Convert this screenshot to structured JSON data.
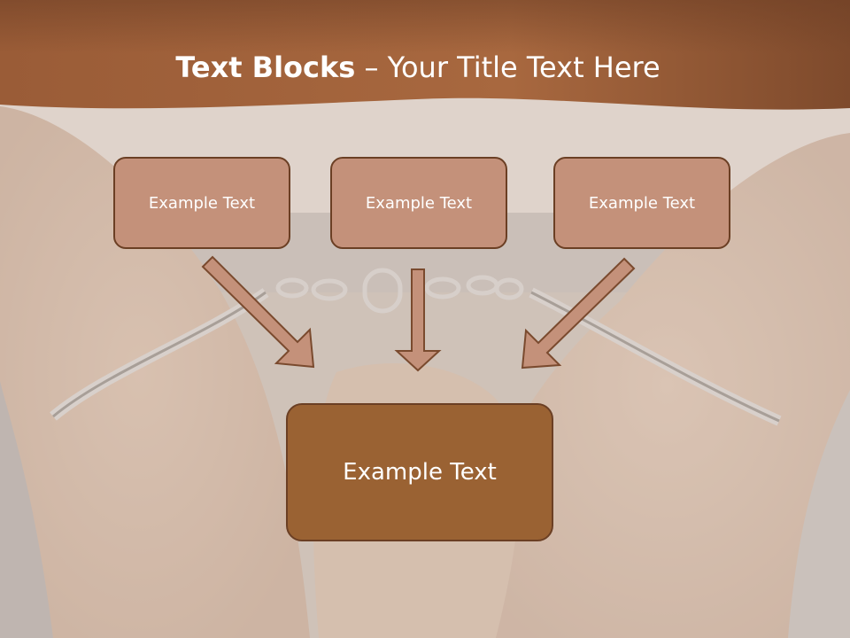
{
  "slide": {
    "title_bold": "Text Blocks",
    "title_dash": " – ",
    "title_rest": "Your Title Text Here"
  },
  "blocks": {
    "top": [
      "Example Text",
      "Example Text",
      "Example Text"
    ],
    "bottom": "Example Text"
  },
  "colors": {
    "banner": "#a8683f",
    "top_box_fill": "#c4917a",
    "bottom_box_fill": "#9a6233",
    "box_border": "#6b3f24",
    "arrow_fill": "#c4917a"
  },
  "background_image": {
    "kind": "photo",
    "subject": "handcuffed hands behind back"
  }
}
